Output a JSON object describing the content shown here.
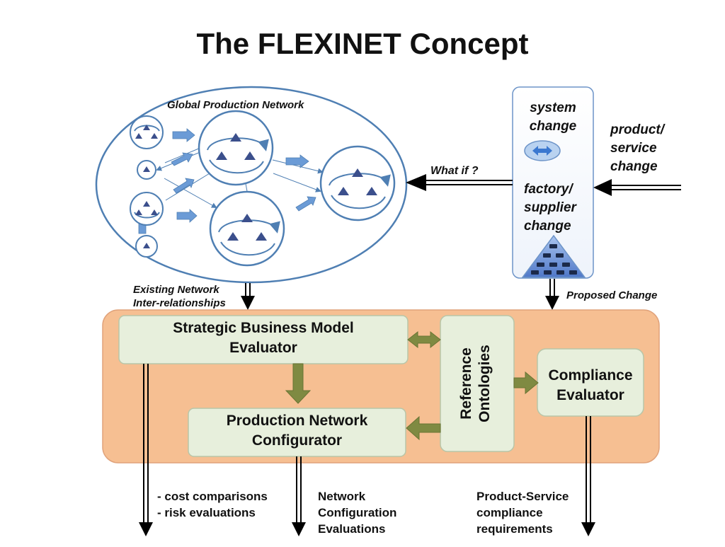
{
  "title": "The FLEXINET Concept",
  "network": {
    "label": "Global Production Network",
    "existing_line1": "Existing Network",
    "existing_line2": "Inter-relationships"
  },
  "change_panel": {
    "system_line1": "system",
    "system_line2": "change",
    "factory_line1": "factory/",
    "factory_line2": "supplier",
    "factory_line3": "change"
  },
  "product_change": {
    "line1": "product/",
    "line2": "service",
    "line3": "change"
  },
  "what_if": "What if ?",
  "proposed_change": "Proposed Change",
  "evaluators": {
    "strategic_line1": "Strategic Business Model",
    "strategic_line2": "Evaluator",
    "configurator_line1": "Production Network",
    "configurator_line2": "Configurator",
    "ontologies_line1": "Reference",
    "ontologies_line2": "Ontologies",
    "compliance_line1": "Compliance",
    "compliance_line2": "Evaluator"
  },
  "outputs": {
    "cost": "- cost comparisons",
    "risk": "- risk evaluations",
    "network_line1": "Network",
    "network_line2": "Configuration",
    "network_line3": "Evaluations",
    "ps_line1": "Product-Service",
    "ps_line2": "compliance",
    "ps_line3": "requirements"
  },
  "colors": {
    "ellipse_stroke": "#4f7fb3",
    "blue_arrow": "#6b9bd6",
    "triangle": "#3b4f8c",
    "band_fill": "#f6bf92",
    "box_fill": "#e7efdc",
    "olive_arrow": "#7f8a42",
    "black": "#000000"
  }
}
